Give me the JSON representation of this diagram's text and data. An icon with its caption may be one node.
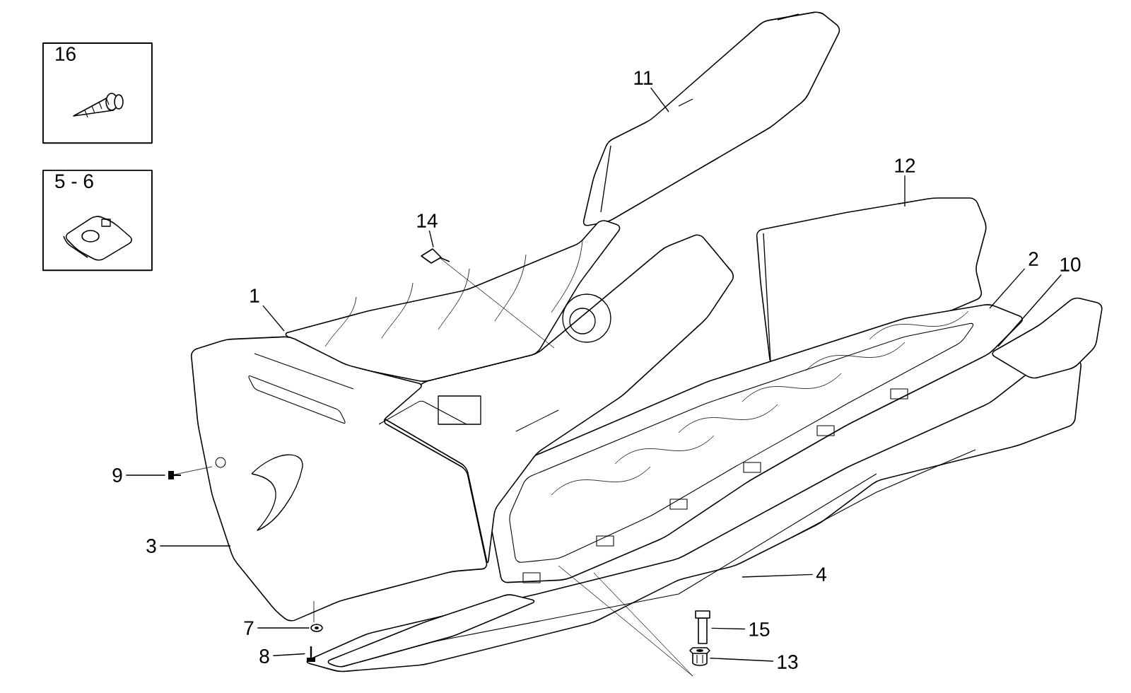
{
  "diagram": {
    "nodes": [
      {
        "text": [
          "16"
        ]
      },
      {
        "text": [
          "5 - 6"
        ]
      },
      {
        "text": [
          "11"
        ]
      },
      {
        "text": [
          "12"
        ]
      },
      {
        "text": [
          "14"
        ]
      },
      {
        "text": [
          "1"
        ]
      },
      {
        "text": [
          "2"
        ]
      },
      {
        "text": [
          "10"
        ]
      },
      {
        "text": [
          "9"
        ]
      },
      {
        "text": [
          "3"
        ]
      },
      {
        "text": [
          "4"
        ]
      },
      {
        "text": [
          "7"
        ]
      },
      {
        "text": [
          "15"
        ]
      },
      {
        "text": [
          "8"
        ]
      },
      {
        "text": [
          "13"
        ]
      },
      {
        "text": [],
        "shape": "picture"
      },
      {
        "text": [],
        "shape": "picture"
      },
      {
        "text": [],
        "shape": "picture"
      },
      {
        "text": [],
        "shape": "picture"
      },
      {
        "text": [],
        "shape": "picture"
      },
      {
        "text": [],
        "shape": "picture"
      }
    ],
    "edges": [
      {
        "from": 2,
        "to": null,
        "arrow": "none"
      },
      {
        "from": 3,
        "to": null,
        "arrow": "none"
      },
      {
        "from": 4,
        "to": 15,
        "arrow": "none"
      },
      {
        "from": 5,
        "to": null,
        "arrow": "none"
      },
      {
        "from": 6,
        "to": null,
        "arrow": "none"
      },
      {
        "from": 7,
        "to": null,
        "arrow": "none"
      },
      {
        "from": 8,
        "to": 16,
        "arrow": "none"
      },
      {
        "from": 9,
        "to": null,
        "arrow": "none"
      },
      {
        "from": 10,
        "to": null,
        "arrow": "none"
      },
      {
        "from": 11,
        "to": 17,
        "arrow": "none"
      },
      {
        "from": 12,
        "to": 18,
        "arrow": "none"
      },
      {
        "from": 13,
        "to": 19,
        "arrow": "none"
      },
      {
        "from": 14,
        "to": 20,
        "arrow": "none"
      }
    ]
  }
}
